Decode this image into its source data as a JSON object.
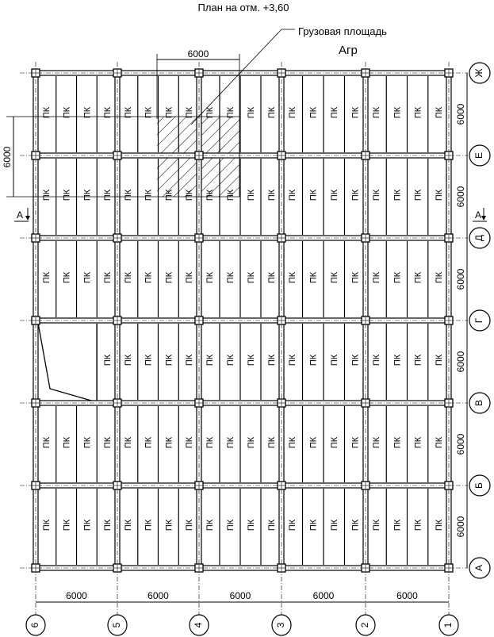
{
  "title": "План на отм. +3,60",
  "cargo_area_label": "Грузовая площадь",
  "cargo_area_symbol": "Агр",
  "slab_label": "ПК",
  "section_mark": "А",
  "column_axes": [
    "6",
    "5",
    "4",
    "3",
    "2",
    "1"
  ],
  "row_axes": [
    "Ж",
    "Е",
    "Д",
    "Г",
    "В",
    "Б",
    "А"
  ],
  "bay_dimensions": [
    "6000",
    "6000",
    "6000",
    "6000",
    "6000"
  ],
  "row_dimensions": [
    "6000",
    "6000",
    "6000",
    "6000",
    "6000",
    "6000"
  ],
  "cargo_dimension_horizontal": "6000",
  "cargo_dimension_vertical": "6000",
  "slabs_per_bay": 4,
  "opening": {
    "row": 3,
    "bay": 0,
    "slabs_missing": 3
  }
}
